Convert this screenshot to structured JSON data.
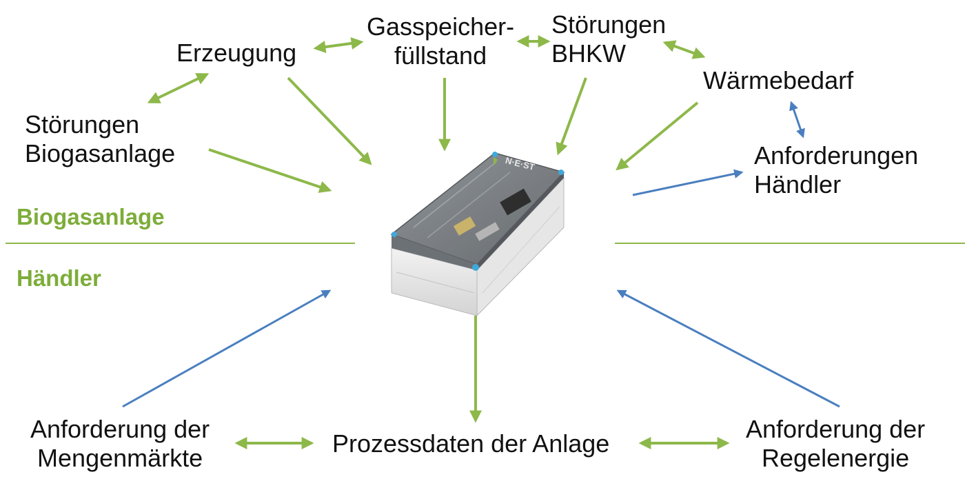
{
  "colors": {
    "green": "#8db84a",
    "blue": "#4a7fbf",
    "section_text": "#7dad3a"
  },
  "sections": {
    "top": "Biogasanlage",
    "bottom": "Händler"
  },
  "device": {
    "brand": "N·E·ST"
  },
  "nodes": {
    "erzeugung": [
      "Erzeugung"
    ],
    "gasspeicher": [
      "Gasspeicher-",
      "füllstand"
    ],
    "stoerungen_bhkw": [
      "Störungen",
      "BHKW"
    ],
    "waermebedarf": [
      "Wärmebedarf"
    ],
    "stoerungen_biogas": [
      "Störungen",
      "Biogasanlage"
    ],
    "anforderungen_haendler": [
      "Anforderungen",
      "Händler"
    ],
    "anforderung_mengen": [
      "Anforderung der",
      "Mengenmärkte"
    ],
    "prozessdaten": [
      "Prozessdaten der Anlage"
    ],
    "anforderung_regel": [
      "Anforderung der",
      "Regelenergie"
    ]
  }
}
